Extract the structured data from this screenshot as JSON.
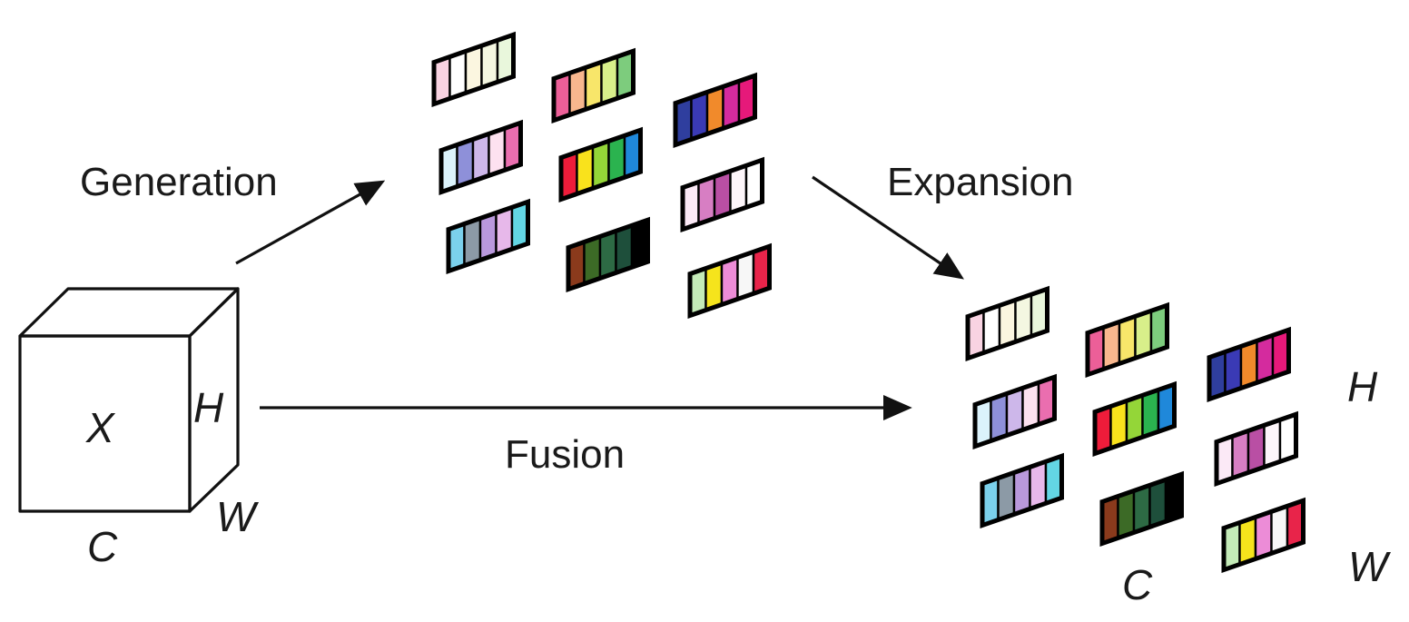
{
  "labels": {
    "generation": "Generation",
    "expansion": "Expansion",
    "fusion": "Fusion"
  },
  "input_tensor": {
    "name": "X",
    "height": "H",
    "width": "W",
    "channels": "C"
  },
  "output_dims": {
    "height": "H",
    "width": "W",
    "channels": "C"
  },
  "colors": {
    "edge": "#111111",
    "strips": [
      [
        "#f9d3e2",
        "#ffffff",
        "#fbf6e0",
        "#f4f7e1",
        "#e9f7dc"
      ],
      [
        "#ec5f98",
        "#f8b78e",
        "#f8e66a",
        "#d8ef8a",
        "#7dcc7d"
      ],
      [
        "#2f3e9e",
        "#3a3ab5",
        "#f18a2b",
        "#d42b9e",
        "#e6197a"
      ],
      [
        "#dbf2fb",
        "#8e90d9",
        "#cdb7ea",
        "#fde1f0",
        "#ea6eaf"
      ],
      [
        "#ee1c3a",
        "#f9e21c",
        "#94d638",
        "#2bb34f",
        "#1f88da"
      ],
      [
        "#fbe9f6",
        "#d77ec3",
        "#b94fa4",
        "#fdf6fa",
        "#ffffff"
      ],
      [
        "#7bd1ec",
        "#8c9aa6",
        "#b998dc",
        "#e7b8ea",
        "#63d6e4"
      ],
      [
        "#8a3a1c",
        "#3c6a26",
        "#2d6a44",
        "#1e4f3b",
        "#000000"
      ],
      [
        "#c4ebb8",
        "#f5e41c",
        "#ec8cd7",
        "#f7f7f7",
        "#e8244a"
      ]
    ]
  }
}
